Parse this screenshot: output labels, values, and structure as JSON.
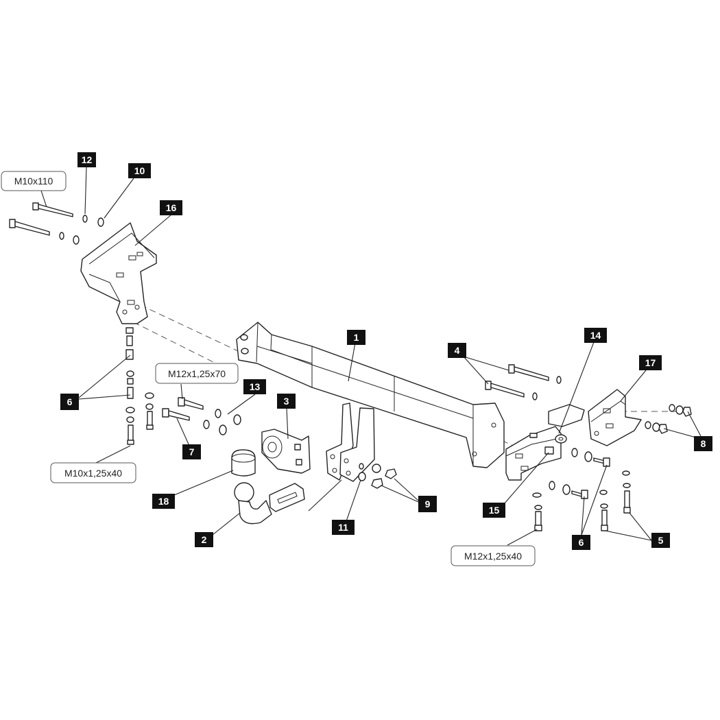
{
  "callouts": {
    "c1": "1",
    "c2": "2",
    "c3": "3",
    "c4": "4",
    "c5": "5",
    "c6a": "6",
    "c6b": "6",
    "c7": "7",
    "c8": "8",
    "c9": "9",
    "c10": "10",
    "c11": "11",
    "c12": "12",
    "c13": "13",
    "c14": "14",
    "c15": "15",
    "c16": "16",
    "c17": "17",
    "c18": "18"
  },
  "specs": {
    "m10x110": "M10x110",
    "m12x125x70": "M12x1,25x70",
    "m10x125x40": "M10x1,25x40",
    "m12x125x40": "M12x1,25x40"
  },
  "colors": {
    "line": "#222222",
    "callout_bg": "#111111",
    "callout_fg": "#ffffff"
  }
}
